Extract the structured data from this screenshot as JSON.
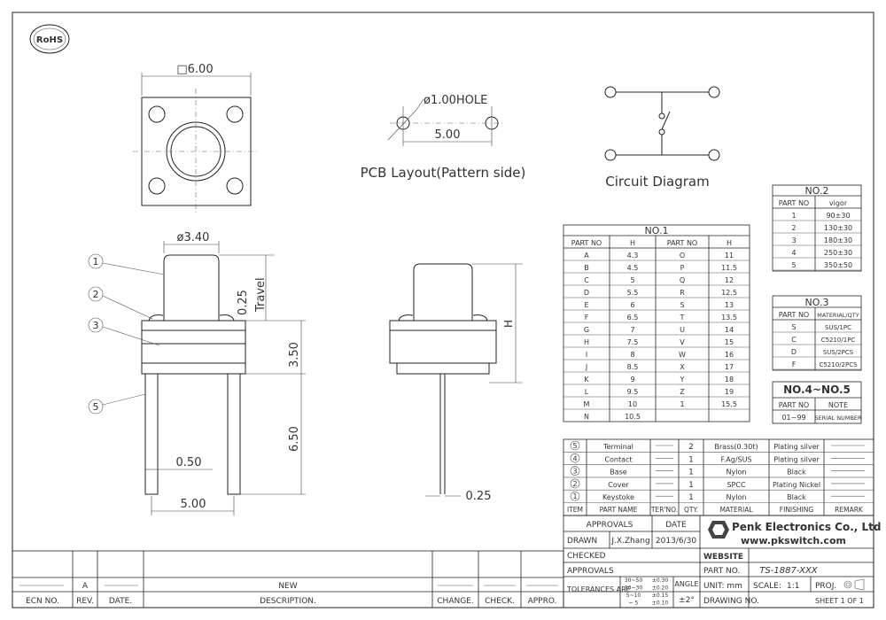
{
  "rohs": "RoHS",
  "top_view": {
    "square": "□6.00"
  },
  "pcb": {
    "hole": "ø1.00HOLE",
    "pitch": "5.00",
    "caption": "PCB Layout(Pattern side)"
  },
  "circuit": {
    "caption": "Circuit Diagram"
  },
  "front": {
    "dia": "ø3.40",
    "travel_val": "0.25",
    "travel": "Travel",
    "h350": "3.50",
    "h650": "6.50",
    "w050": "0.50",
    "w500": "5.00",
    "callouts": [
      "1",
      "2",
      "3",
      "5"
    ]
  },
  "side": {
    "h": "H",
    "w025": "0.25"
  },
  "no1": {
    "title": "NO.1",
    "headers": [
      "PART NO",
      "H",
      "PART NO",
      "H"
    ],
    "rows": [
      [
        "A",
        "4.3",
        "O",
        "11"
      ],
      [
        "B",
        "4.5",
        "P",
        "11.5"
      ],
      [
        "C",
        "5",
        "Q",
        "12"
      ],
      [
        "D",
        "5.5",
        "R",
        "12.5"
      ],
      [
        "E",
        "6",
        "S",
        "13"
      ],
      [
        "F",
        "6.5",
        "T",
        "13.5"
      ],
      [
        "G",
        "7",
        "U",
        "14"
      ],
      [
        "H",
        "7.5",
        "V",
        "15"
      ],
      [
        "I",
        "8",
        "W",
        "16"
      ],
      [
        "J",
        "8.5",
        "X",
        "17"
      ],
      [
        "K",
        "9",
        "Y",
        "18"
      ],
      [
        "L",
        "9.5",
        "Z",
        "19"
      ],
      [
        "M",
        "10",
        "1",
        "15.5"
      ],
      [
        "N",
        "10.5",
        "",
        ""
      ]
    ]
  },
  "no2": {
    "title": "NO.2",
    "headers": [
      "PART NO",
      "vigor"
    ],
    "rows": [
      [
        "1",
        "90±30"
      ],
      [
        "2",
        "130±30"
      ],
      [
        "3",
        "180±30"
      ],
      [
        "4",
        "250±30"
      ],
      [
        "5",
        "350±50"
      ]
    ]
  },
  "no3": {
    "title": "NO.3",
    "headers": [
      "PART NO",
      "MATERIAL/QTY"
    ],
    "rows": [
      [
        "S",
        "SUS/1PC"
      ],
      [
        "C",
        "C5210/1PC"
      ],
      [
        "D",
        "SUS/2PCS"
      ],
      [
        "F",
        "C5210/2PCS"
      ]
    ]
  },
  "no45": {
    "title": "NO.4~NO.5",
    "headers": [
      "PART NO",
      "NOTE"
    ],
    "rows": [
      [
        "01~99",
        "SERIAL NUMBER"
      ]
    ]
  },
  "bom": {
    "rows": [
      [
        "5",
        "Terminal",
        "2",
        "Brass(0.30t)",
        "Plating silver"
      ],
      [
        "4",
        "Contact",
        "1",
        "F.Ag/SUS",
        "Plating silver"
      ],
      [
        "3",
        "Base",
        "1",
        "Nylon",
        "Black"
      ],
      [
        "2",
        "Cover",
        "1",
        "SPCC",
        "Plating Nickel"
      ],
      [
        "1",
        "Keystoke",
        "1",
        "Nylon",
        "Black"
      ]
    ],
    "headers": [
      "ITEM",
      "PART NAME",
      "TER'NO.",
      "QTY.",
      "MATERIAL",
      "FINISHING",
      "REMARK"
    ]
  },
  "title_block": {
    "approvals": "APPROVALS",
    "date": "DATE",
    "drawn": "DRAWN",
    "drawn_by": "J.X.Zhang",
    "drawn_date": "2013/6/30",
    "checked": "CHECKED",
    "approvals2": "APPROVALS",
    "tolerances": "TOLERANCES ARE",
    "tol_rows": [
      [
        "30~50",
        "±0.30"
      ],
      [
        "10~30",
        "±0.20"
      ],
      [
        "5~10",
        "±0.15"
      ],
      [
        "~ 5",
        "±0.10"
      ]
    ],
    "angle": "ANGLE",
    "angle_val": "±2°",
    "company": "Penk Electronics Co., Ltd",
    "website": "www.pkswitch.com",
    "website_label": "WEBSITE",
    "part_no_label": "PART NO.",
    "part_no": "TS-1887-XXX",
    "unit_label": "UNIT: mm",
    "scale_label": "SCALE:",
    "scale": "1:1",
    "proj": "PROJ.",
    "drawing_no": "DRAWING NO.",
    "sheet": "SHEET 1 OF 1"
  },
  "revision": {
    "rev": "A",
    "new": "NEW",
    "headers": [
      "ECN NO.",
      "REV.",
      "DATE.",
      "DESCRIPTION.",
      "CHANGE.",
      "CHECK.",
      "APPRO."
    ]
  }
}
